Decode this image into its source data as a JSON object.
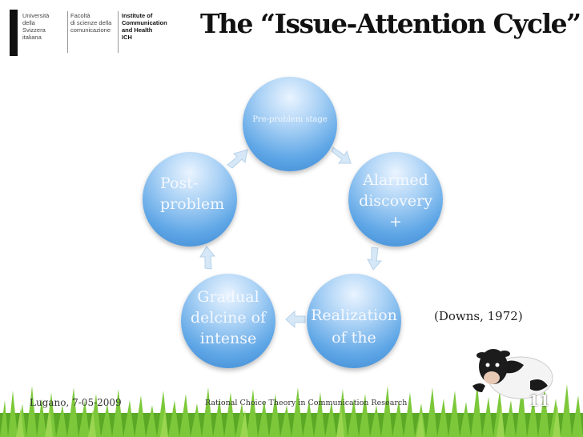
{
  "header": {
    "logo_col1": "Università\ndella\nSvizzera\nitaliana",
    "logo_col2": "Facoltà\ndi scienze della\ncomunicazione",
    "logo_col3": "Institute of\nCommunication\nand Health\nICH",
    "title": "The “Issue-Attention Cycle”"
  },
  "diagram": {
    "nodes": [
      {
        "id": "pre",
        "label": "Pre-problem stage"
      },
      {
        "id": "alarm",
        "label": "Alarmed\ndiscovery\n+"
      },
      {
        "id": "real",
        "label": "Realization\nof the"
      },
      {
        "id": "grad",
        "label": "Gradual\ndelcine of\nintense"
      },
      {
        "id": "post",
        "label": "Post-\nproblem"
      }
    ]
  },
  "citation": "(Downs, 1972)",
  "footer": {
    "date": "Lugano, 7-05-2009",
    "course": "Rational Choice Theory in Communication Research",
    "page": "11"
  },
  "colors": {
    "node_center": "#eaf4ff",
    "node_edge": "#3b86cf",
    "arrow": "#cfe3f5",
    "grass": "#6fbf2f"
  }
}
